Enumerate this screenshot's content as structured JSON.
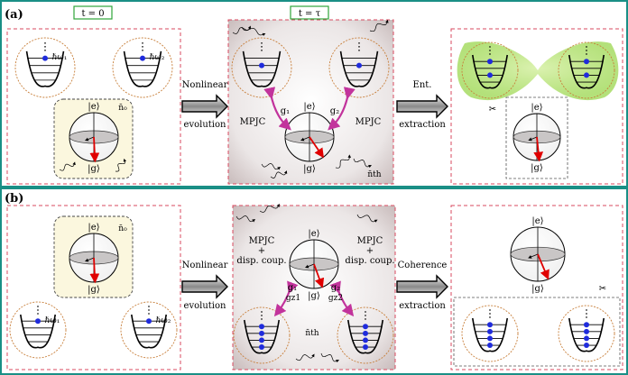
{
  "colors": {
    "frame": "#1a8f86",
    "dashed_box": "#d9495f",
    "orange_ring": "#c87f3a",
    "level_dot": "#1f2bdc",
    "arrow": "#e00000",
    "coupling": "#c2339c",
    "yellow_fill": "#fbf7de",
    "green_glow": "#9bd64a",
    "time_box": "#2fa53a"
  },
  "panel_a": {
    "label": "(a)",
    "t0": "t = 0",
    "ttau": "t = τ",
    "omega1": "ℏω₁",
    "omega2": "ℏω₂",
    "n0": "n̄₀",
    "nth": "n̄th",
    "ket_e": "|e⟩",
    "ket_g": "|g⟩",
    "g1": "g₁",
    "g2": "g₂",
    "mpjc_left": "MPJC",
    "mpjc_right": "MPJC",
    "arrow1_top": "Nonlinear",
    "arrow1_bottom": "evolution",
    "arrow2_top": "Ent.",
    "arrow2_bottom": "extraction"
  },
  "panel_b": {
    "label": "(b)",
    "omega1": "ℏω₁",
    "omega2": "ℏω₂",
    "n0": "n̄₀",
    "nth": "n̄th",
    "ket_e": "|e⟩",
    "ket_g": "|g⟩",
    "g1": "g₁",
    "gz1": "gz1",
    "g2": "g₂",
    "gz2": "gz2",
    "left_l1": "MPJC",
    "left_l2": "+",
    "left_l3": "disp. coup.",
    "right_l1": "MPJC",
    "right_l2": "+",
    "right_l3": "disp. coup.",
    "arrow1_top": "Nonlinear",
    "arrow1_bottom": "evolution",
    "arrow2_top": "Coherence",
    "arrow2_bottom": "extraction"
  }
}
